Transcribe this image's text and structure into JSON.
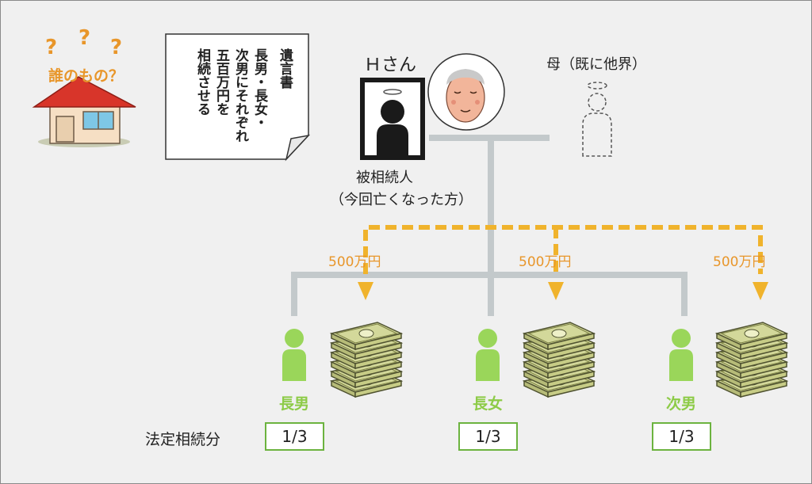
{
  "house": {
    "question_marks": [
      "?",
      "?",
      "?"
    ],
    "label": "誰のもの？"
  },
  "will": {
    "title": "遺言書",
    "lines": [
      "長男・長女・",
      "次男にそれぞれ",
      "五百万円を",
      "相続させる"
    ]
  },
  "deceased": {
    "name": "Ｈさん",
    "role": "被相続人",
    "note": "（今回亡くなった方）"
  },
  "mother": {
    "label": "母（既に他界）"
  },
  "heirs": [
    {
      "name": "長男",
      "amount": "500万円",
      "share": "1/3"
    },
    {
      "name": "長女",
      "amount": "500万円",
      "share": "1/3"
    },
    {
      "name": "次男",
      "amount": "500万円",
      "share": "1/3"
    }
  ],
  "legal_share_label": "法定相続分",
  "colors": {
    "tree_line": "#c3c9cb",
    "money_flow": "#f0b32c",
    "heir_green": "#9ad65a",
    "box_border": "#6cb33f",
    "house_roof": "#d8352a",
    "accent_orange": "#e8962a"
  },
  "icons": [
    "house-icon",
    "will-document-icon",
    "deceased-silhouette-icon",
    "elder-face-icon",
    "mother-ghost-icon",
    "heir-person-icon",
    "banknote-stack-icon",
    "arrow-down-icon"
  ]
}
